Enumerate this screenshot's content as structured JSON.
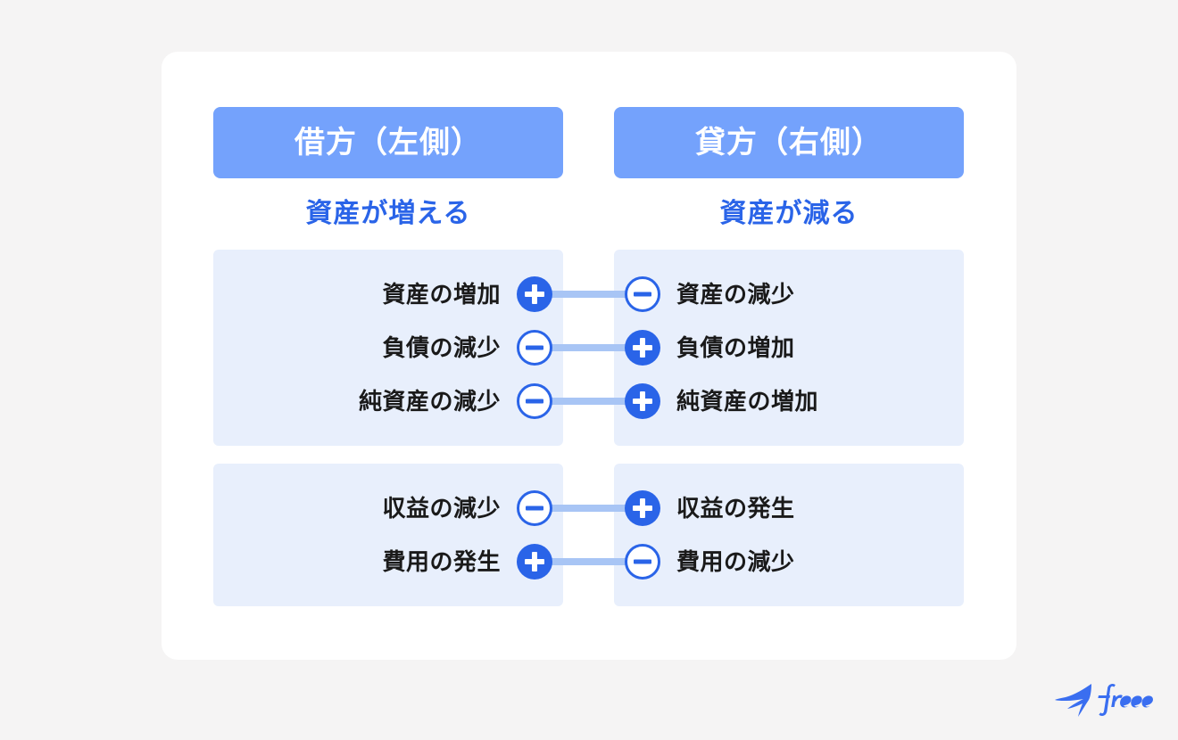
{
  "background_color": "#f5f4f4",
  "card_color": "#ffffff",
  "colors": {
    "header_bar": "#74a2fc",
    "accent_blue": "#2a64e8",
    "panel_bg": "#e8effc",
    "connector": "#a8c5f5",
    "label_text": "#1a1a1a",
    "header_text": "#ffffff"
  },
  "columns": [
    {
      "side": "debit",
      "header": "借方（左側）",
      "subtitle": "資産が増える",
      "blocks": [
        {
          "name": "balance-sheet-block",
          "rows": [
            {
              "label": "資産の増加",
              "sign": "plus"
            },
            {
              "label": "負債の減少",
              "sign": "minus"
            },
            {
              "label": "純資産の減少",
              "sign": "minus"
            }
          ]
        },
        {
          "name": "profit-loss-block",
          "rows": [
            {
              "label": "収益の減少",
              "sign": "minus"
            },
            {
              "label": "費用の発生",
              "sign": "plus"
            }
          ]
        }
      ]
    },
    {
      "side": "credit",
      "header": "貸方（右側）",
      "subtitle": "資産が減る",
      "blocks": [
        {
          "name": "balance-sheet-block",
          "rows": [
            {
              "label": "資産の減少",
              "sign": "minus"
            },
            {
              "label": "負債の増加",
              "sign": "plus"
            },
            {
              "label": "純資産の増加",
              "sign": "plus"
            }
          ]
        },
        {
          "name": "profit-loss-block",
          "rows": [
            {
              "label": "収益の発生",
              "sign": "plus"
            },
            {
              "label": "費用の減少",
              "sign": "minus"
            }
          ]
        }
      ]
    }
  ],
  "logo": {
    "name": "freee-logo",
    "wordmark": "freee",
    "mark": "swallow-bird-icon",
    "color": "#3a6ef0"
  }
}
